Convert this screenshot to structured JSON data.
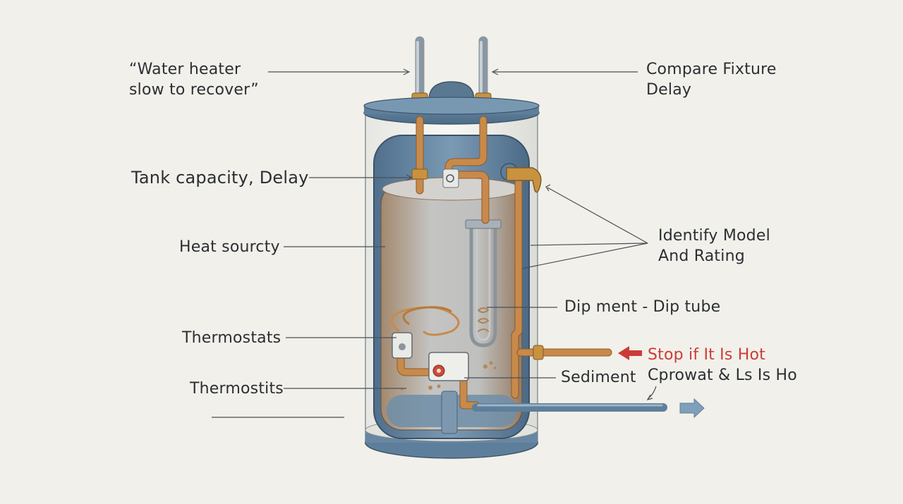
{
  "labels": {
    "slow_recover": "“Water heater\nslow to recover”",
    "compare_fixture": "Compare Fixture\nDelay",
    "tank_capacity": "Tank capacity, Delay",
    "heat_source": "Heat sourcty",
    "identify_model": "Identify Model\nAnd Rating",
    "dip_tube": "Dip ment - Dip tube",
    "thermostats": "Thermostats",
    "stop_if_hot": "Stop if It Is Hot",
    "sediment": "Sediment",
    "cprowat": "Cprowat & Ls Is Ho",
    "thermostits": "Thermostits"
  },
  "colors": {
    "background": "#f2f0ea",
    "tank_blue": "#5e7f9b",
    "copper": "#c88a4a",
    "warning_red": "#cc3b36",
    "text": "#2b2f33"
  }
}
